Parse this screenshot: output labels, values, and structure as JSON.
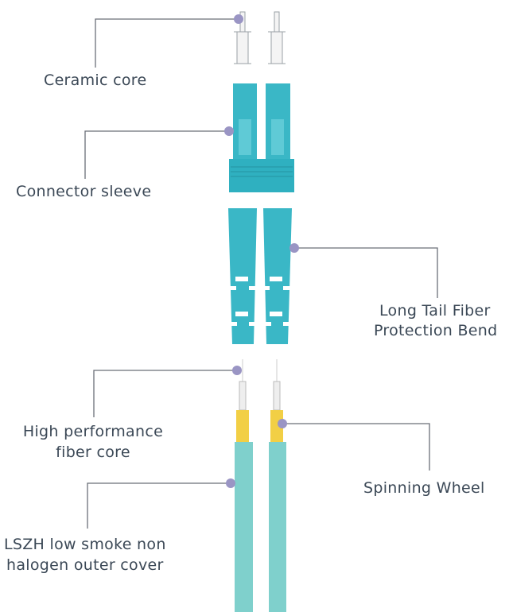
{
  "labels": {
    "ceramic_core": "Ceramic core",
    "connector_sleeve": "Connector sleeve",
    "boot_line1": "Long Tail Fiber",
    "boot_line2": "Protection Bend",
    "fiber_core_line1": "High performance",
    "fiber_core_line2": "fiber core",
    "spinning_wheel": "Spinning Wheel",
    "outer_cover_line1": "LSZH low smoke non",
    "outer_cover_line2": "halogen outer cover"
  },
  "colors": {
    "aqua": "#3ab7c6",
    "aqua_dark": "#2a9aa8",
    "yellow": "#f2cf45",
    "cable": "#7fd0cc",
    "dot": "#9a95c4",
    "leader": "#6b6f78"
  }
}
